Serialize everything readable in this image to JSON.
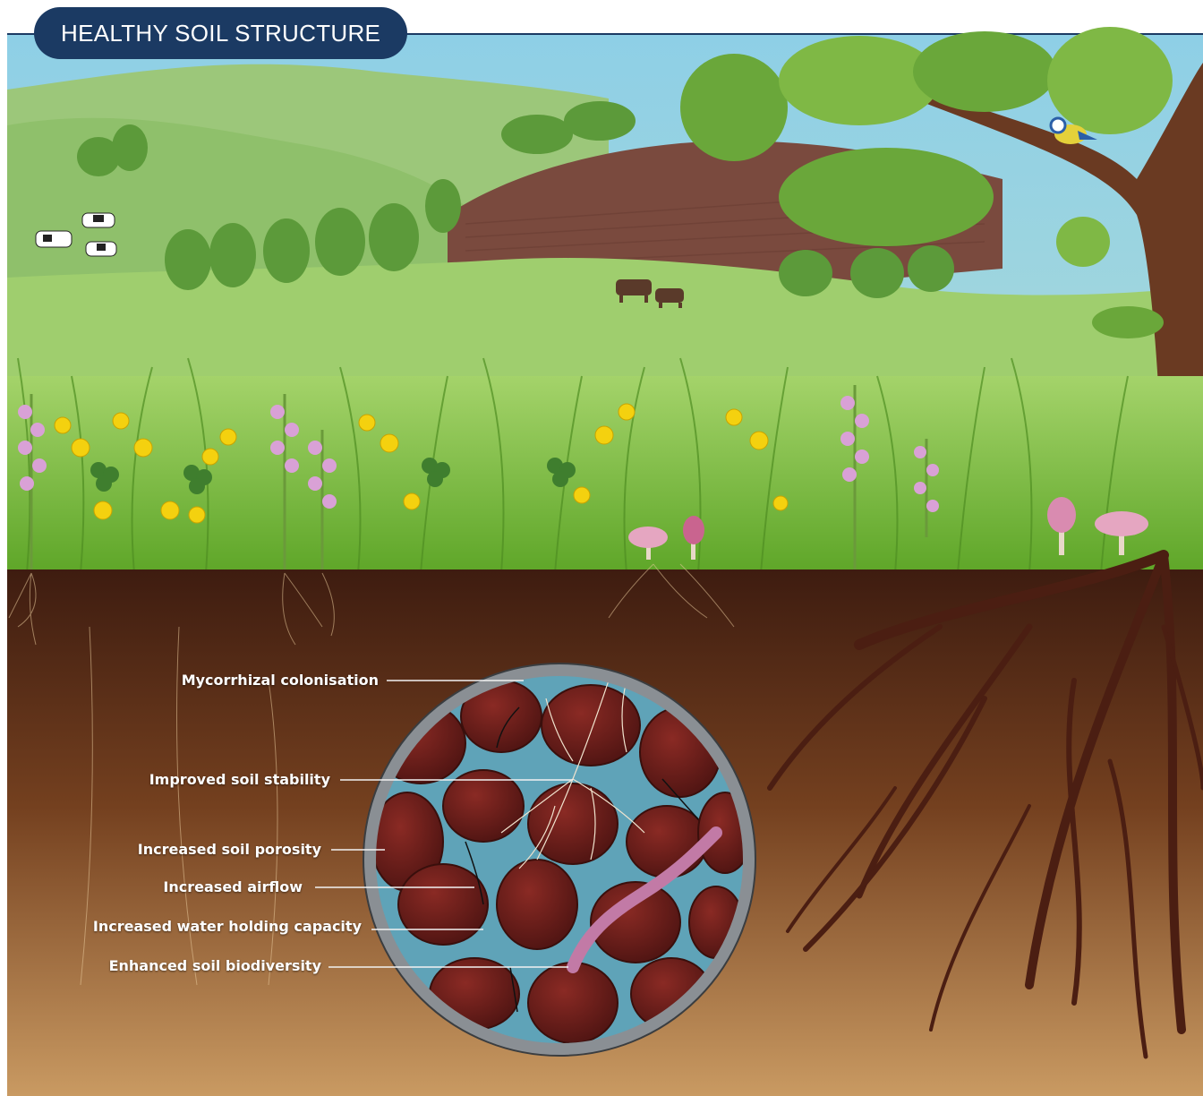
{
  "title": "HEALTHY SOIL STRUCTURE",
  "colors": {
    "title_badge": "#1b3a63",
    "sky": "#8ecfe6",
    "grass": "#7ebd3c",
    "ploughed_field": "#7a4a3e",
    "soil_top": "#4a2516",
    "soil_bottom": "#c99a62",
    "aggregate": "#6b1f1c",
    "pore_water": "#5fa3b8",
    "earthworm": "#c27aa6",
    "roots": "#4b1e12",
    "orchid": "#d9a1d6",
    "buttercup": "#f4d10f",
    "callout_text": "#ffffff"
  },
  "icons": [
    "cow",
    "tree",
    "blue-tit-bird",
    "orchid-flower",
    "buttercup-flower",
    "clover",
    "mushroom",
    "earthworm",
    "root-network",
    "fungal-hyphae",
    "magnifier-lens"
  ],
  "callouts": [
    {
      "label": "Mycorrhizal colonisation"
    },
    {
      "label": "Improved soil stability"
    },
    {
      "label": "Increased soil porosity"
    },
    {
      "label": "Increased airflow"
    },
    {
      "label": "Increased water holding capacity"
    },
    {
      "label": "Enhanced soil biodiversity"
    }
  ]
}
